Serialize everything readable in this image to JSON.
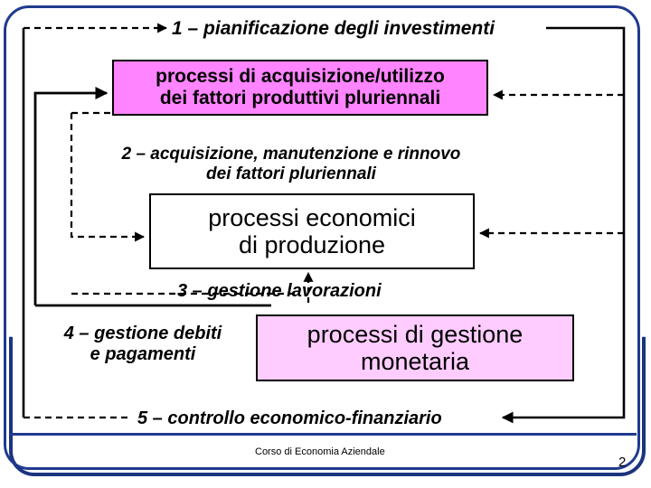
{
  "slide": {
    "page_number": "2",
    "footer": "Corso di Economia Aziendale",
    "frame_color": "#1f3a8f"
  },
  "diagram": {
    "boxes": [
      {
        "id": "acquisizione",
        "line1": "processi di acquisizione/utilizzo",
        "line2": "dei fattori produttivi pluriennali",
        "fill": "#ff84ff"
      },
      {
        "id": "produzione",
        "line1": "processi economici",
        "line2": "di produzione",
        "fill": "#ffffff"
      },
      {
        "id": "monetaria",
        "line1": "processi di gestione",
        "line2": "monetaria",
        "fill": "#ffccff"
      }
    ],
    "labels": [
      {
        "id": "phase-1",
        "text": "1 – pianificazione degli investimenti"
      },
      {
        "id": "phase-2-line1",
        "text": "2 – acquisizione, manutenzione e rinnovo"
      },
      {
        "id": "phase-2-line2",
        "text": "dei fattori pluriennali"
      },
      {
        "id": "phase-3",
        "text": "3 – gestione lavorazioni"
      },
      {
        "id": "phase-4-line1",
        "text": "4 – gestione debiti"
      },
      {
        "id": "phase-4-line2",
        "text": "e pagamenti"
      },
      {
        "id": "phase-5",
        "text": "5 – controllo economico-finanziario"
      }
    ]
  }
}
